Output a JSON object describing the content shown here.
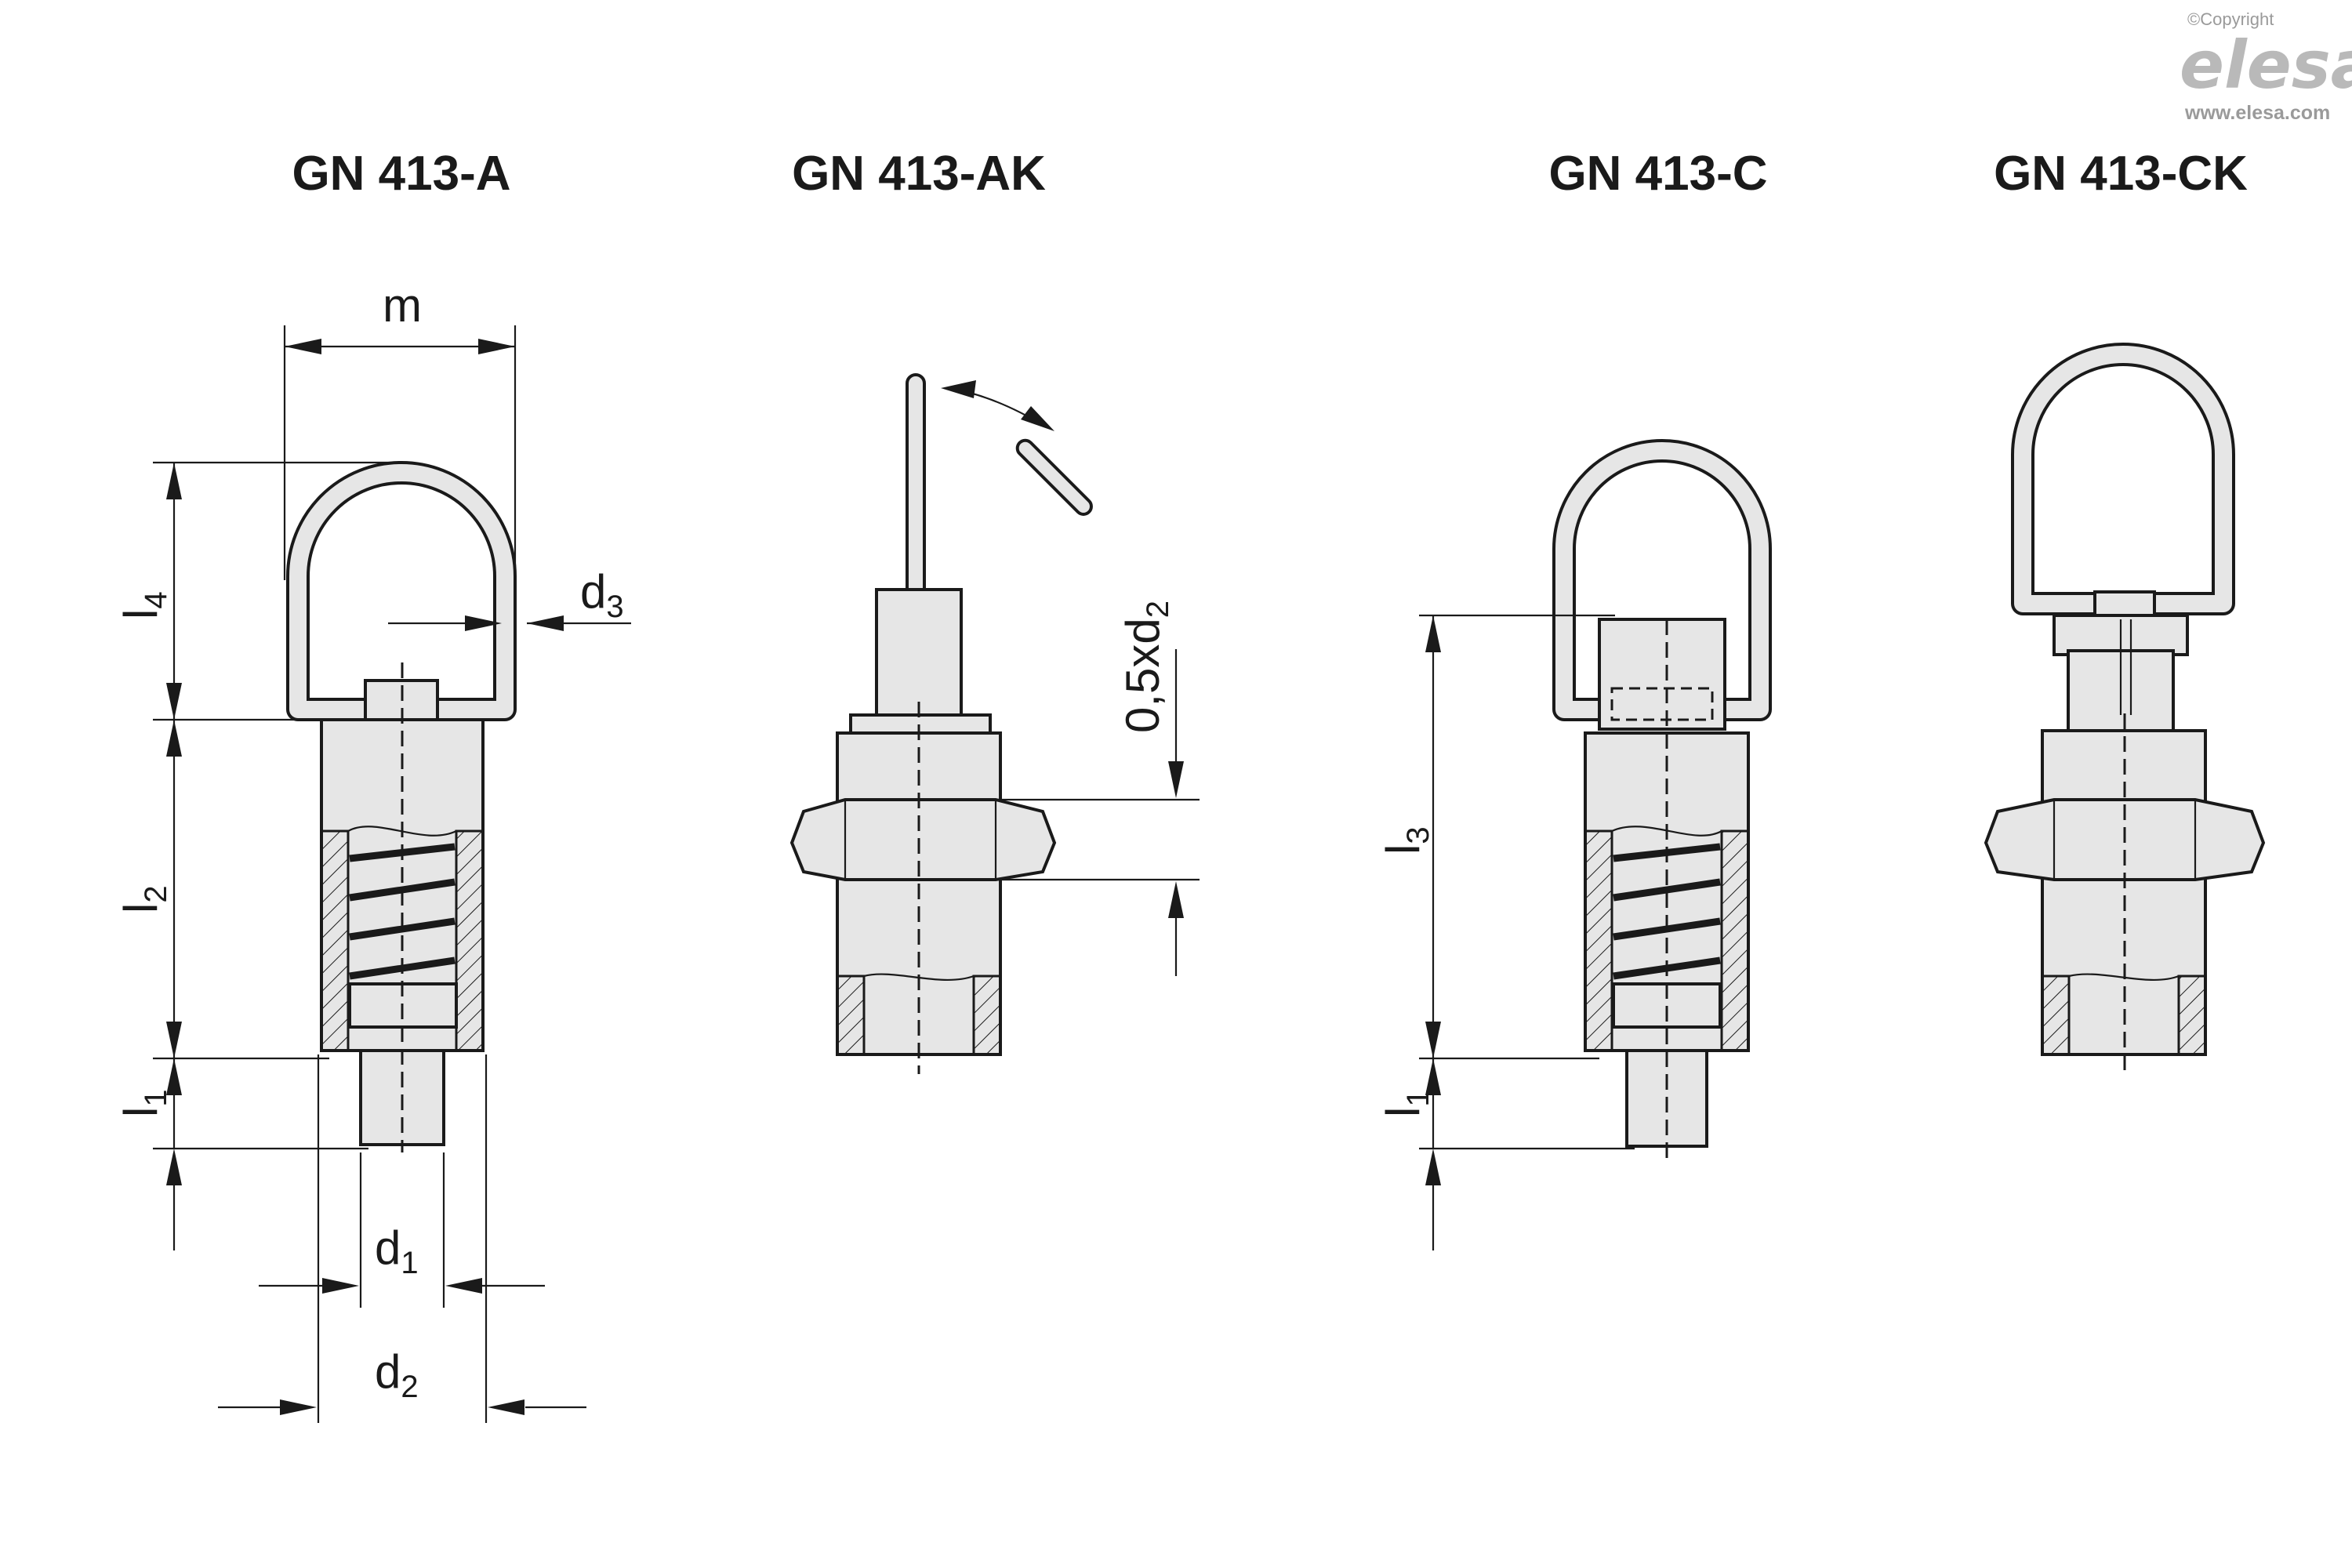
{
  "copyright": "©Copyright",
  "brand": "elesa",
  "website": "www.elesa.com",
  "variants": [
    {
      "title": "GN 413-A"
    },
    {
      "title": "GN 413-AK"
    },
    {
      "title": "GN 413-C"
    },
    {
      "title": "GN 413-CK"
    }
  ],
  "dimensions": {
    "m": {
      "main": "m",
      "sub": ""
    },
    "l4": {
      "main": "l",
      "sub": "4"
    },
    "l2": {
      "main": "l",
      "sub": "2"
    },
    "l1": {
      "main": "l",
      "sub": "1"
    },
    "l3": {
      "main": "l",
      "sub": "3"
    },
    "d1": {
      "main": "d",
      "sub": "1"
    },
    "d2": {
      "main": "d",
      "sub": "2"
    },
    "d3": {
      "main": "d",
      "sub": "3"
    },
    "half_d2": {
      "main": "0,5xd",
      "sub": "2"
    }
  },
  "colors": {
    "part_fill": "#e6e6e6",
    "line": "#1a1a1a",
    "logo": "#b9b9b9"
  }
}
